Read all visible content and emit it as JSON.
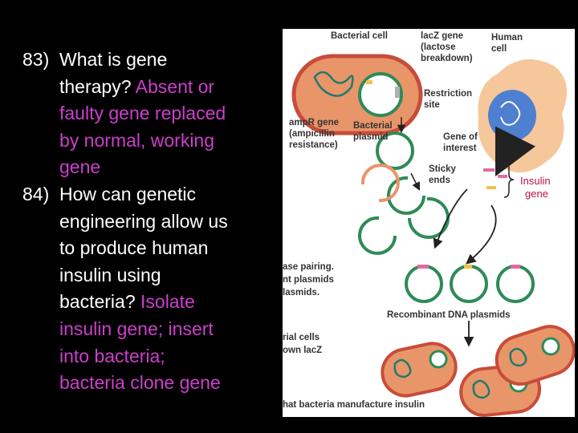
{
  "questions": [
    {
      "number": "83)",
      "q_line1": "What is gene",
      "q_line2": "therapy?",
      "a_line1": "Absent or",
      "a_lines": [
        "faulty gene replaced",
        "by normal, working",
        "gene"
      ]
    },
    {
      "number": "84)",
      "q_line1": "How can genetic",
      "q_lines": [
        "engineering allow us",
        "to produce human",
        "insulin using"
      ],
      "q_last": "bacteria?",
      "a_first": "Isolate",
      "a_lines": [
        "insulin gene; insert",
        "into bacteria;",
        "bacteria clone gene"
      ]
    }
  ],
  "figure": {
    "labels": {
      "bacterial_cell": "Bacterial cell",
      "lacz_1": "lacZ gene",
      "lacz_2": "(lactose",
      "lacz_3": "breakdown)",
      "human_1": "Human",
      "human_2": "cell",
      "restriction_1": "Restriction",
      "restriction_2": "site",
      "ampr_1": "ampR gene",
      "ampr_2": "(ampicillin",
      "ampr_3": "resistance)",
      "plasmid_1": "Bacterial",
      "plasmid_2": "plasmid",
      "interest_1": "Gene of",
      "interest_2": "interest",
      "sticky_1": "Sticky",
      "sticky_2": "ends",
      "insulin_1": "Insulin",
      "insulin_2": "gene",
      "base_1": "ase pairing.",
      "base_2": "nt plasmids",
      "base_3": "lasmids.",
      "recombinant": "Recombinant DNA plasmids",
      "cells_1": "rial cells",
      "cells_2": "own lacZ",
      "manufacture": "hat bacteria manufacture insulin"
    },
    "colors": {
      "answer": "#cc3fcc",
      "plasmid": "#2e8b57",
      "cell_fill": "#e8956a",
      "cell_outline": "#c84c3a",
      "human_cell": "#f6c79a",
      "nucleus": "#4e7fd0",
      "insulin_label": "#c0123e"
    }
  }
}
